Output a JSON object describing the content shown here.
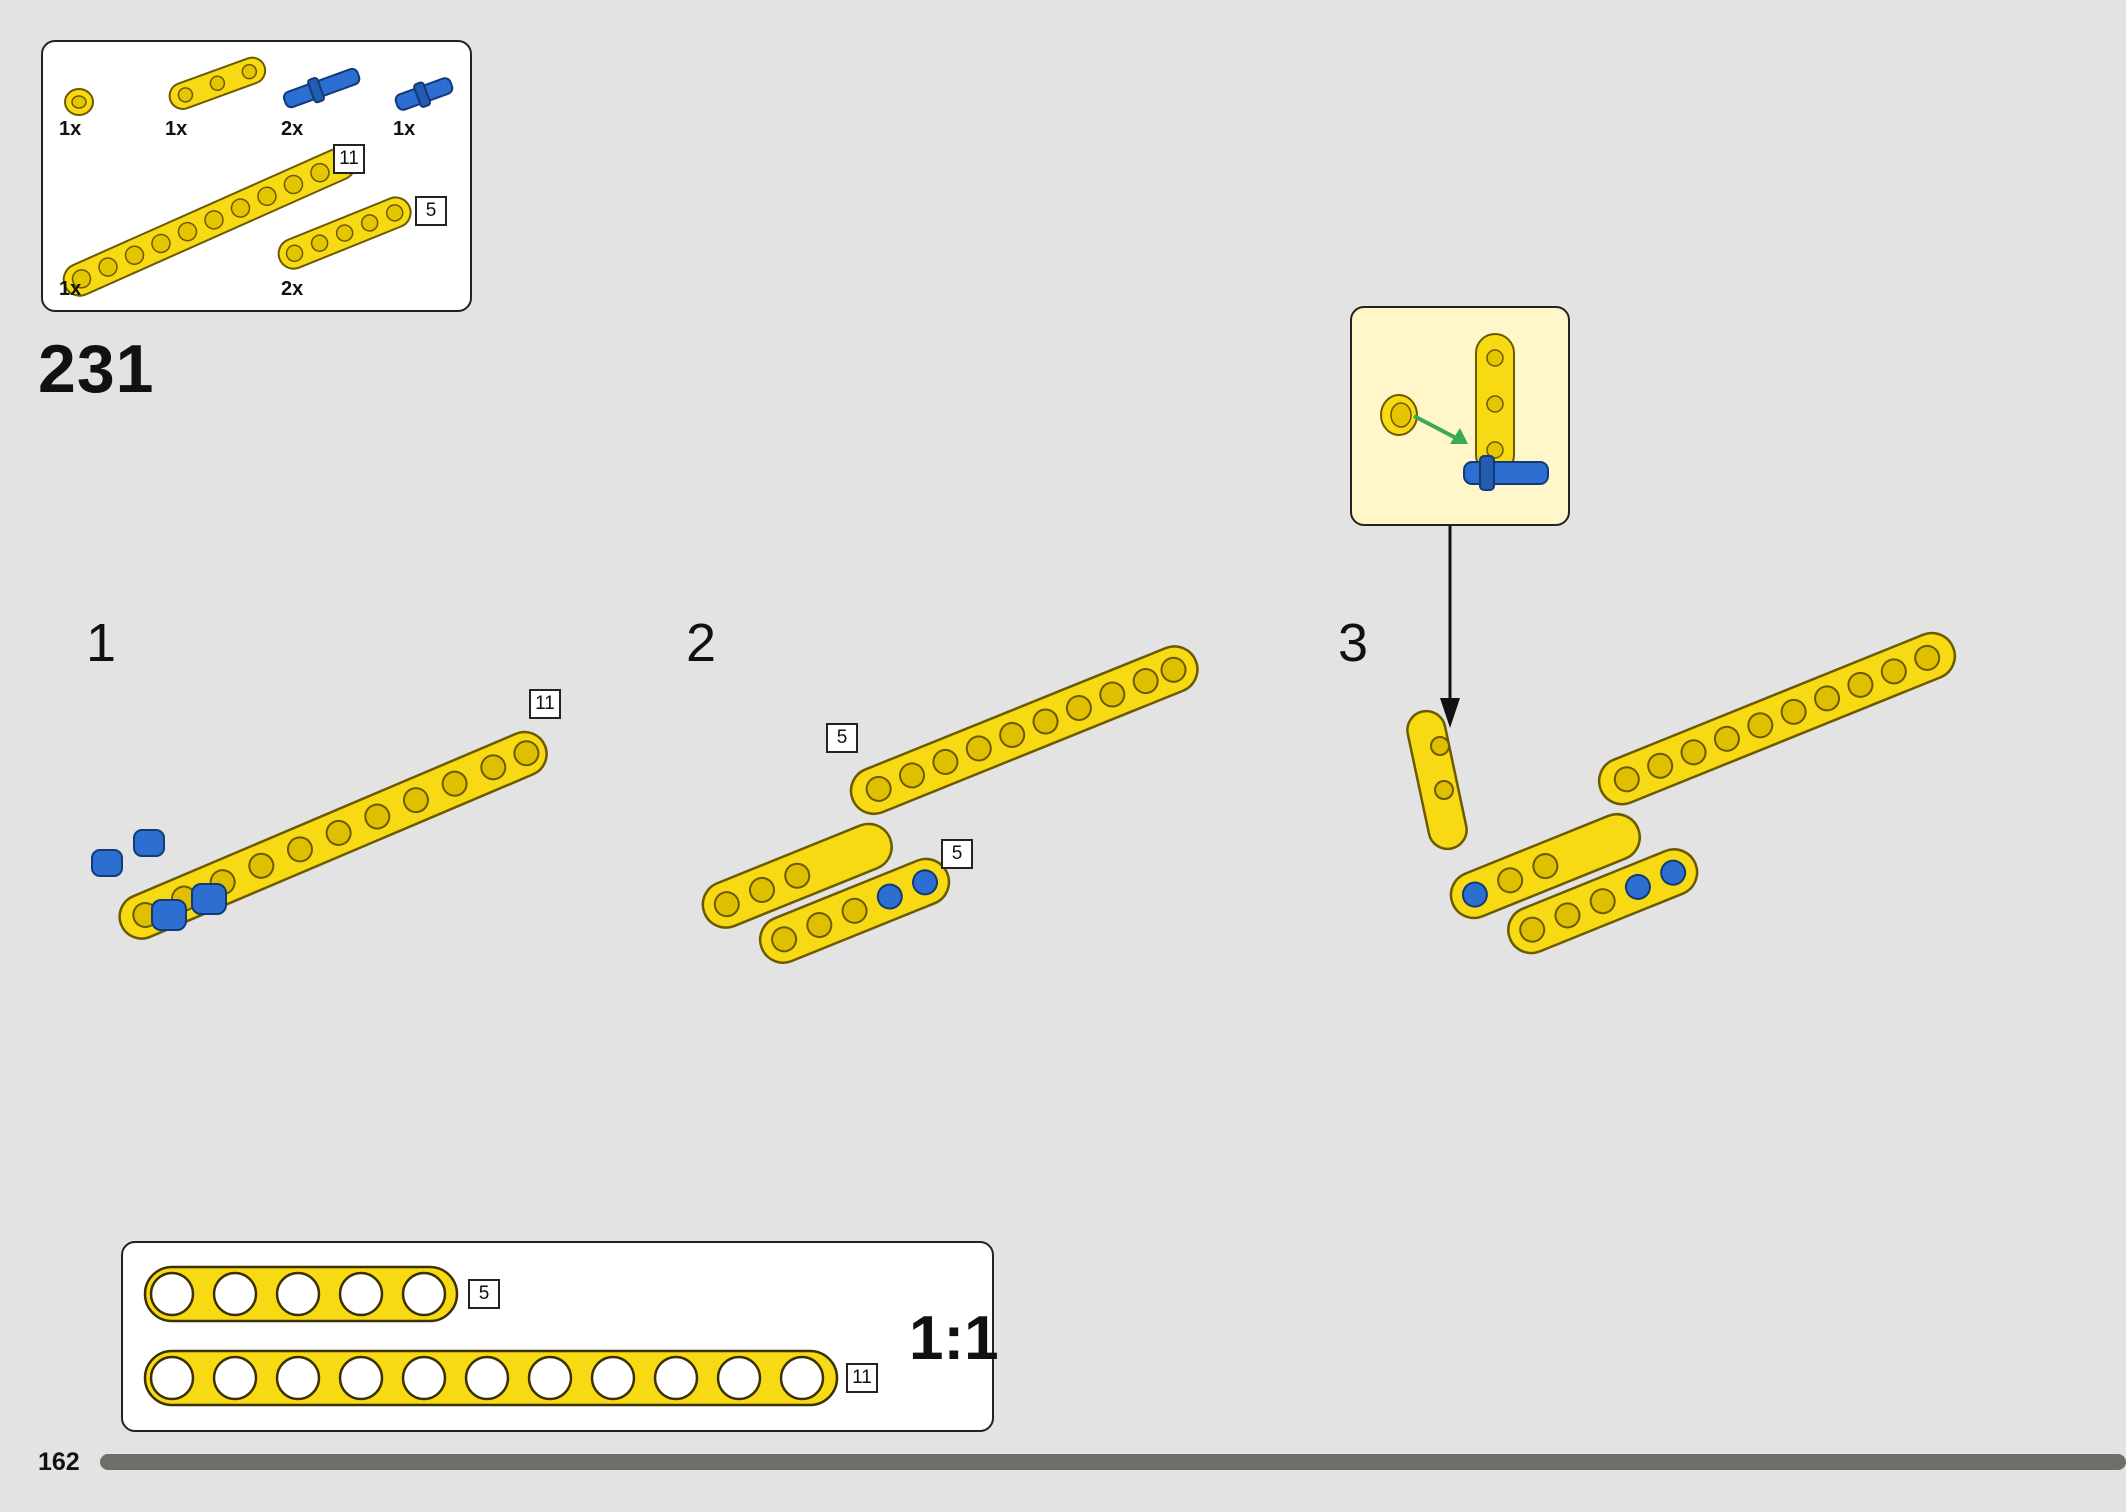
{
  "page": {
    "number": "162",
    "step": "231"
  },
  "parts_list": [
    {
      "qty": "1x",
      "part": "bush"
    },
    {
      "qty": "1x",
      "part": "beam-3-cross"
    },
    {
      "qty": "2x",
      "part": "blue-pin-long"
    },
    {
      "qty": "1x",
      "part": "blue-axle-pin"
    },
    {
      "qty": "1x",
      "part": "beam",
      "length": "11"
    },
    {
      "qty": "2x",
      "part": "beam",
      "length": "5"
    }
  ],
  "substeps": [
    {
      "number": "1",
      "label": "11"
    },
    {
      "number": "2",
      "labels": [
        "5",
        "5"
      ]
    },
    {
      "number": "3"
    }
  ],
  "scale": {
    "ratio": "1:1",
    "beams": [
      "5",
      "11"
    ]
  },
  "colors": {
    "beam": "#f7d914",
    "pin": "#2c6fd0",
    "callout_bg": "#fff7c9",
    "arrow": "#3aaa5a"
  }
}
